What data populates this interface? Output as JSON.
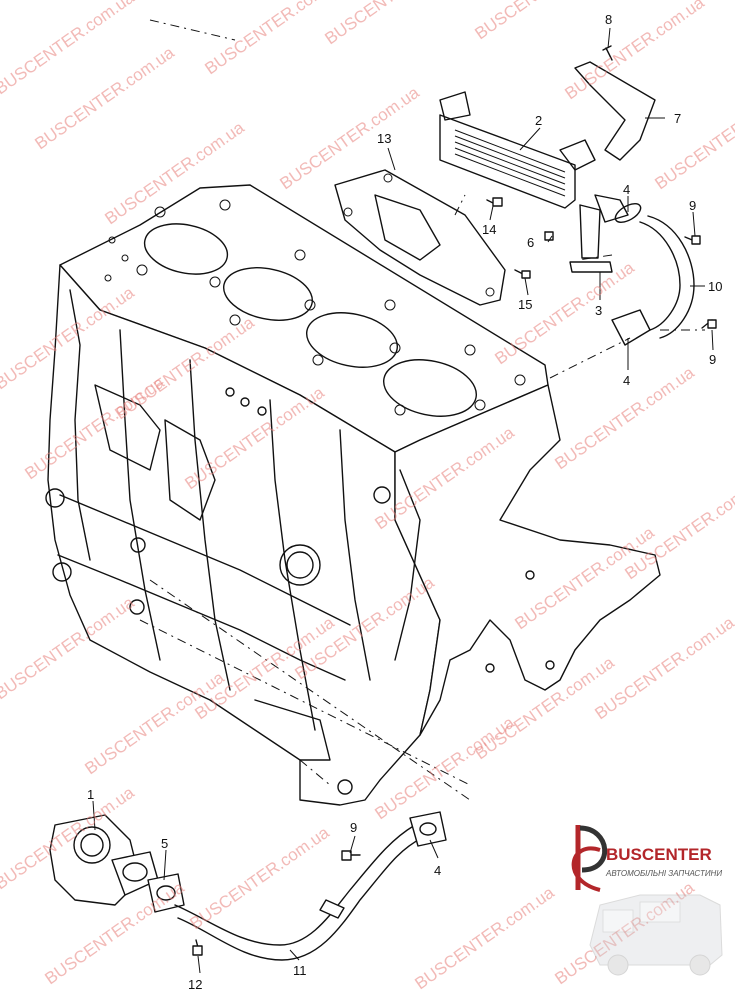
{
  "watermark": {
    "text": "BUSCENTER.com.ua",
    "color": "#e8827e"
  },
  "brand": {
    "name": "BUSCENTER",
    "tagline": "АВТОМОБІЛЬНІ ЗАПЧАСТИНИ",
    "color": "#b3262a"
  },
  "callouts": {
    "c1": "1",
    "c2": "2",
    "c3": "3",
    "c4a": "4",
    "c4b": "4",
    "c4c": "4",
    "c5": "5",
    "c6": "6",
    "c7": "7",
    "c8": "8",
    "c9a": "9",
    "c9b": "9",
    "c9c": "9",
    "c10": "10",
    "c11": "11",
    "c12": "12",
    "c13": "13",
    "c14": "14",
    "c15": "15"
  },
  "icons": {
    "logo": "buscenter-logo-icon",
    "van": "van-photo-icon"
  }
}
